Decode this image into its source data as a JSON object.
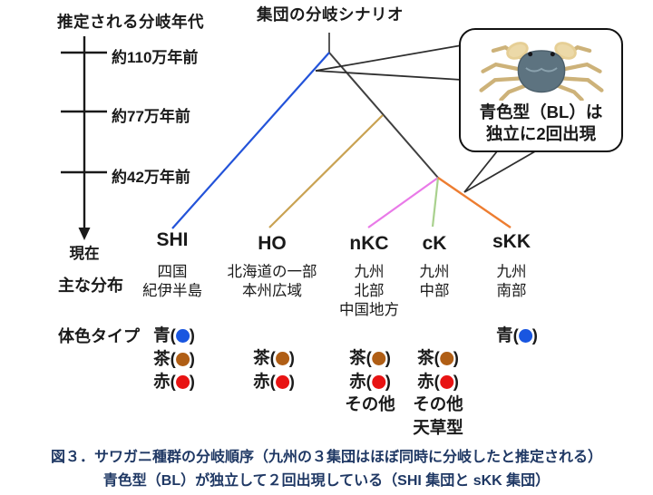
{
  "header": {
    "left_title": "推定される分岐年代",
    "center_title": "集団の分岐シナリオ"
  },
  "timeline": {
    "ticks": [
      {
        "label": "約110万年前"
      },
      {
        "label": "約77万年前"
      },
      {
        "label": "約42万年前"
      }
    ],
    "now_label": "現在"
  },
  "row_headers": {
    "distribution": "主な分布",
    "color_type": "体色タイプ"
  },
  "callout": {
    "line1": "青色型（BL）は",
    "line2": "独立に2回出現",
    "crab_icon": "blue-type-crab-photo",
    "carapace_color": "#5d7380",
    "leg_color": "#ead9ae"
  },
  "tree": {
    "trunk_color": "#3f3f3f",
    "stem_color": "#595959",
    "callout_line_color": "#2e2e2e"
  },
  "groups": [
    {
      "id": "SHI",
      "label": "SHI",
      "branch_color": "#2353d9",
      "distribution": [
        "四国",
        "紀伊半島"
      ],
      "color_types": [
        {
          "label": "青",
          "dot": "#1956e0"
        },
        {
          "label": "茶",
          "dot": "#b05e15"
        },
        {
          "label": "赤",
          "dot": "#e81313"
        }
      ]
    },
    {
      "id": "HO",
      "label": "HO",
      "branch_color": "#c9a252",
      "distribution": [
        "北海道の一部",
        "本州広域"
      ],
      "color_types": [
        {
          "label": "茶",
          "dot": "#b05e15"
        },
        {
          "label": "赤",
          "dot": "#e81313"
        }
      ]
    },
    {
      "id": "nKC",
      "label": "nKC",
      "branch_color": "#e97ae8",
      "distribution": [
        "九州",
        "北部",
        "中国地方"
      ],
      "color_types": [
        {
          "label": "茶",
          "dot": "#b05e15"
        },
        {
          "label": "赤",
          "dot": "#e81313"
        },
        {
          "label": "その他",
          "dot": null
        }
      ]
    },
    {
      "id": "cK",
      "label": "cK",
      "branch_color": "#a9d18e",
      "distribution": [
        "九州",
        "中部"
      ],
      "color_types": [
        {
          "label": "茶",
          "dot": "#b05e15"
        },
        {
          "label": "赤",
          "dot": "#e81313"
        },
        {
          "label": "その他",
          "dot": null
        },
        {
          "label": "天草型",
          "dot": null
        }
      ]
    },
    {
      "id": "sKK",
      "label": "sKK",
      "branch_color": "#ed7d31",
      "distribution": [
        "九州",
        "南部"
      ],
      "color_types": [
        {
          "label": "青",
          "dot": "#1956e0"
        }
      ]
    }
  ],
  "ui": {
    "paren_open": "(",
    "paren_close": ")"
  },
  "caption": {
    "line1": "図３．サワガニ種群の分岐順序（九州の３集団はほぼ同時に分岐したと推定される）",
    "line2": "青色型（BL）が独立して２回出現している（SHI 集団と sKK 集団）",
    "color": "#1f3864"
  }
}
